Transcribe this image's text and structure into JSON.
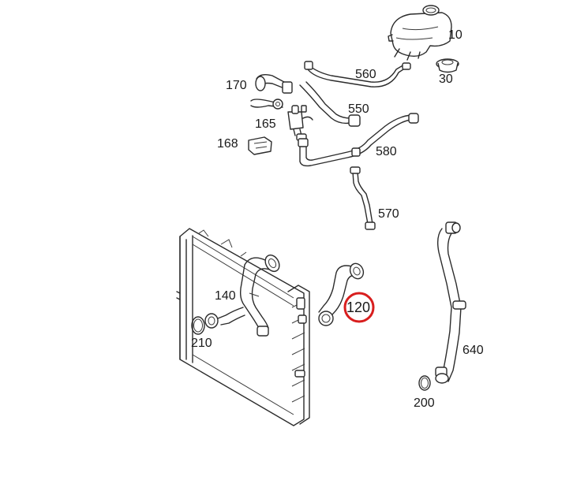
{
  "diagram": {
    "labels": {
      "p10": "10",
      "p30": "30",
      "p560": "560",
      "p170": "170",
      "p550": "550",
      "p165": "165",
      "p168": "168",
      "p580": "580",
      "p570": "570",
      "p140": "140",
      "p120": "120",
      "p210": "210",
      "p640": "640",
      "p200": "200"
    },
    "highlighted_part": "120",
    "highlight_color": "#d81e1e",
    "line_color": "#2b2b2b"
  }
}
